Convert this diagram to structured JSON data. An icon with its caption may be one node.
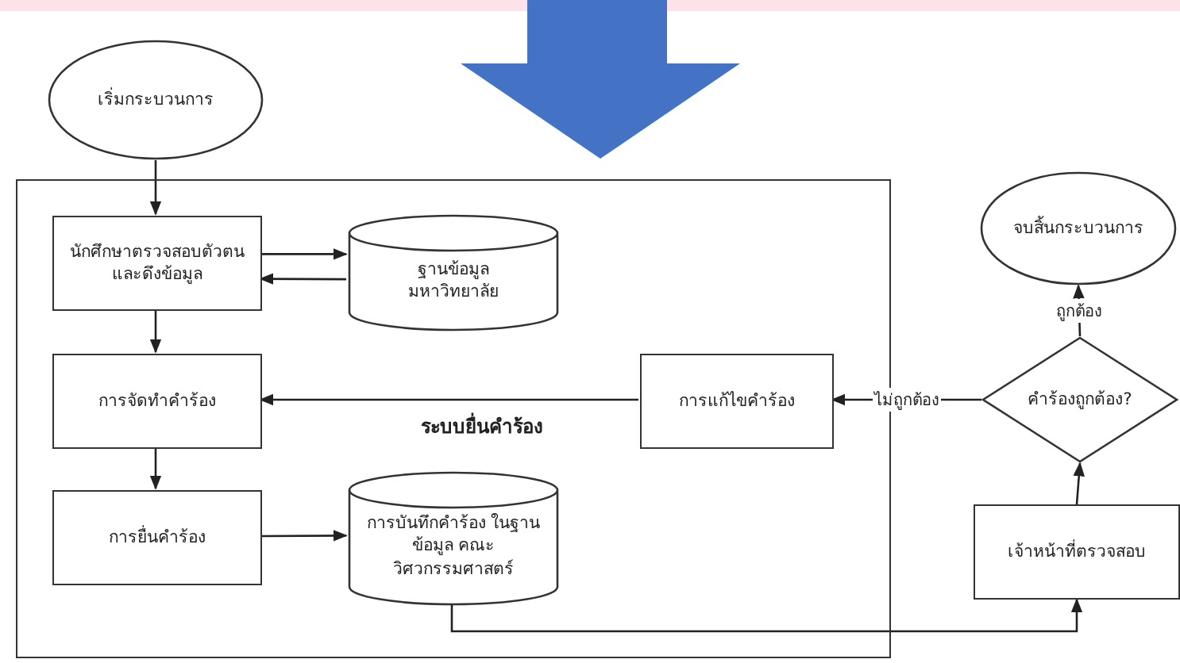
{
  "diagram": {
    "nodes": [
      {
        "text": [
          "เริ่มกระบวนการ"
        ]
      },
      {
        "text": [
          "ระบบยื่นคำร้อง"
        ]
      },
      {
        "text": [
          "นักศึกษาตรวจสอบตัวตน และดึงข้อมูล"
        ],
        "in": 1
      },
      {
        "text": [
          "ฐานข้อมูล มหาวิทยาลัย"
        ],
        "in": 1
      },
      {
        "text": [
          "การจัดทำคำร้อง"
        ],
        "in": 1
      },
      {
        "text": [
          "การยื่นคำร้อง"
        ],
        "in": 1
      },
      {
        "text": [
          "การบันทึกคำร้อง ในฐานข้อมูล คณะวิศวกรรมศาสตร์"
        ],
        "in": 1
      },
      {
        "text": [
          "การแก้ไขคำร้อง"
        ],
        "in": 1
      },
      {
        "text": [
          "จบสิ้นกระบวนการ"
        ]
      },
      {
        "text": [
          "คำร้องถูกต้อง?"
        ]
      },
      {
        "text": [
          "เจ้าหน้าที่ตรวจสอบ"
        ]
      }
    ],
    "edges": [
      {
        "from": 0,
        "to": 2,
        "arrow": "to"
      },
      {
        "from": 2,
        "to": 3,
        "arrow": "to"
      },
      {
        "from": 3,
        "to": 2,
        "arrow": "to"
      },
      {
        "from": 2,
        "to": 4,
        "arrow": "to"
      },
      {
        "from": 4,
        "to": 5,
        "arrow": "to"
      },
      {
        "from": 5,
        "to": 6,
        "arrow": "to"
      },
      {
        "from": 6,
        "to": 10,
        "arrow": "to"
      },
      {
        "from": 10,
        "to": 9,
        "arrow": "to"
      },
      {
        "from": 9,
        "to": 8,
        "label": "ถูกต้อง",
        "arrow": "to"
      },
      {
        "from": 9,
        "to": 7,
        "label": "ไม่ถูกต้อง",
        "arrow": "to"
      },
      {
        "from": 7,
        "to": 4,
        "arrow": "to"
      }
    ]
  }
}
